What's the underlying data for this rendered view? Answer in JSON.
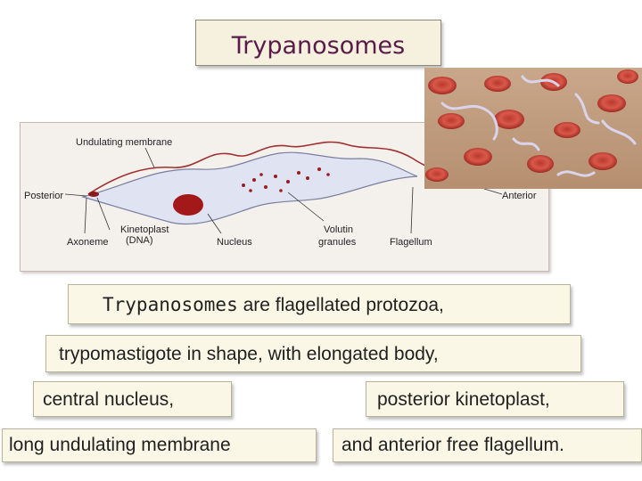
{
  "title": "Trypanosomes",
  "diagram": {
    "labels": {
      "undulating_membrane": "Undulating membrane",
      "posterior": "Posterior",
      "anterior": "Anterior",
      "kinetoplast": "Kinetoplast",
      "kinetoplast_dna": "(DNA)",
      "axoneme": "Axoneme",
      "nucleus": "Nucleus",
      "volutin": "Volutin",
      "volutin_granules": "granules",
      "flagellum": "Flagellum"
    }
  },
  "description": {
    "organism": "Trypanosomes",
    "line1_rest": "are flagellated protozoa,",
    "line2": "trypomastigote in shape, with elongated body,",
    "nucleus_text": "central nucleus,",
    "kinetoplast_text": "posterior kinetoplast,",
    "membrane_text": "long undulating membrane",
    "flagellum_text": "and anterior free flagellum."
  }
}
